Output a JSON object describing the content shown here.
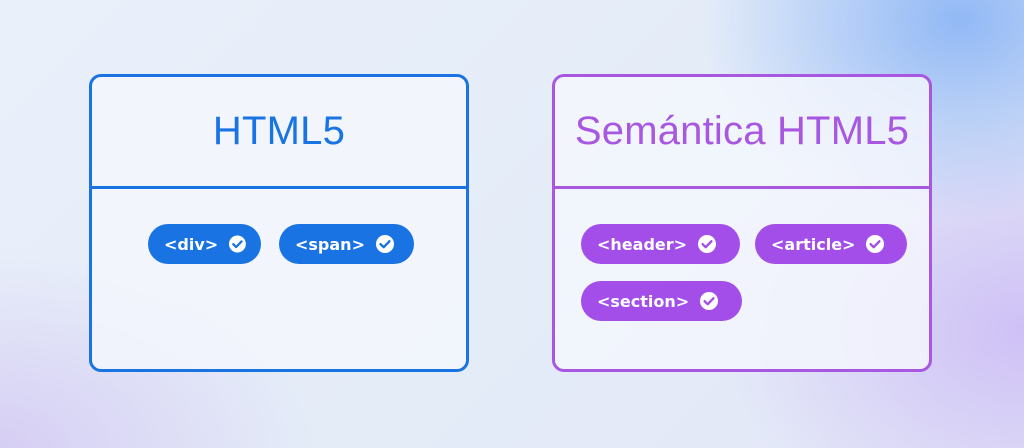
{
  "left_card": {
    "title": "HTML5",
    "color": "#1a73e2",
    "tags": [
      {
        "label": "<div>",
        "icon": "check-circle-icon"
      },
      {
        "label": "<span>",
        "icon": "check-circle-icon"
      }
    ]
  },
  "right_card": {
    "title": "Semántica HTML5",
    "color": "#a857e0",
    "tags": [
      {
        "label": "<header>",
        "icon": "check-circle-icon"
      },
      {
        "label": "<article>",
        "icon": "check-circle-icon"
      },
      {
        "label": "<section>",
        "icon": "check-circle-icon"
      }
    ]
  }
}
